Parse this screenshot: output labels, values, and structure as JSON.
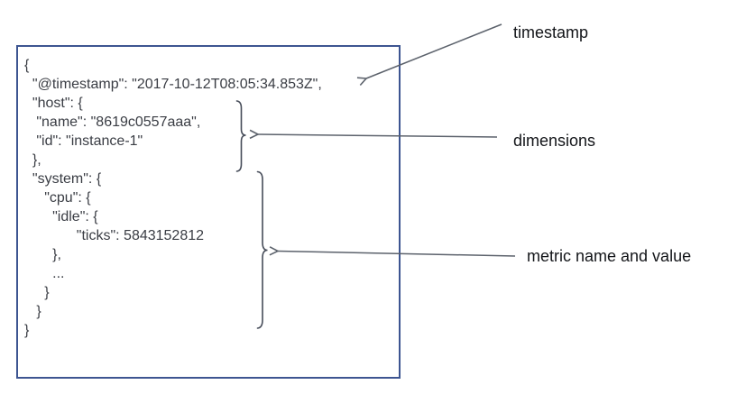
{
  "diagram": {
    "title_context": "annotated metric document diagram",
    "code": {
      "lines": [
        "{",
        "  \"@timestamp\": \"2017-10-12T08:05:34.853Z\",",
        "  \"host\": {",
        "   \"name\": \"8619c0557aaa\",",
        "   \"id\": \"instance-1\"",
        "  },",
        "  \"system\": {",
        "     \"cpu\": {",
        "       \"idle\": {",
        "             \"ticks\": 5843152812",
        "       },",
        "       ...",
        "     }",
        "   }",
        "}"
      ]
    },
    "labels": {
      "timestamp": "timestamp",
      "dimensions": "dimensions",
      "metric": "metric name and value"
    },
    "colors": {
      "box_border": "#3d5591",
      "code_text": "#3a3d44",
      "label_text": "#131519",
      "arrow_stroke": "#5c626c",
      "brace_stroke": "#464c59"
    }
  }
}
